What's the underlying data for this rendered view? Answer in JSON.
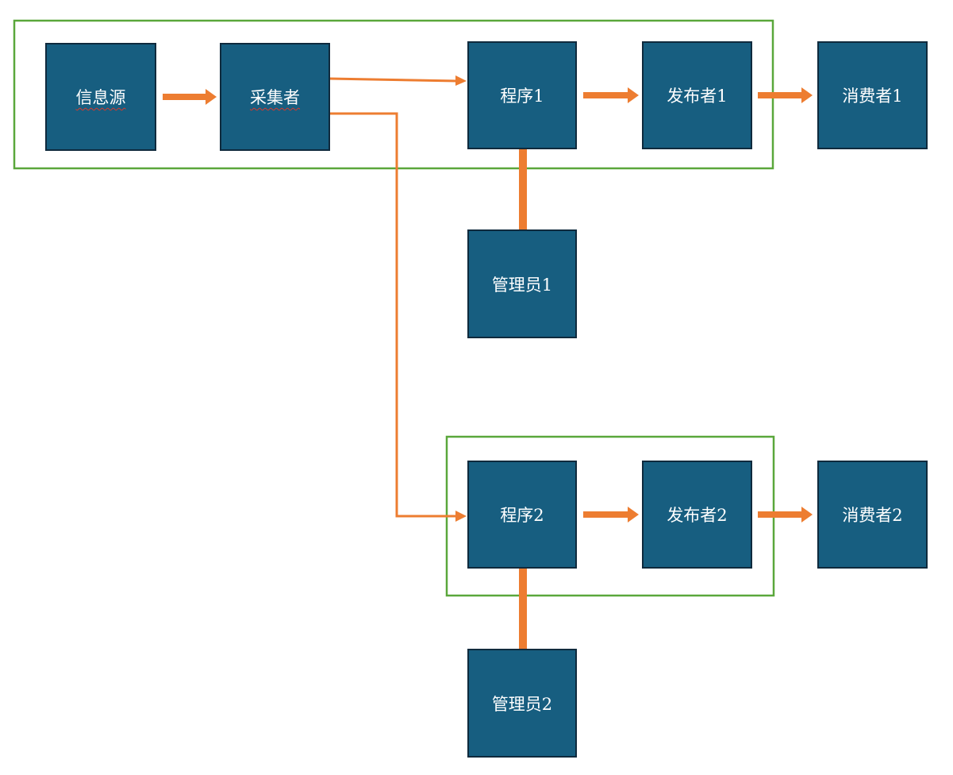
{
  "colors": {
    "node_fill": "#175e80",
    "node_border": "#0f2a3d",
    "node_text": "#ffffff",
    "arrow": "#ed7d31",
    "group_frame": "#5aa73b",
    "spellcheck_underline": "#d9392b"
  },
  "nodes": {
    "source": "信息源",
    "collector": "采集者",
    "program1": "程序1",
    "publisher1": "发布者1",
    "consumer1": "消费者1",
    "admin1": "管理员1",
    "program2": "程序2",
    "publisher2": "发布者2",
    "consumer2": "消费者2",
    "admin2": "管理员2"
  },
  "connections": [
    {
      "from": "source",
      "to": "collector",
      "kind": "arrow"
    },
    {
      "from": "collector",
      "to": "program1",
      "kind": "arrow"
    },
    {
      "from": "collector",
      "to": "program2",
      "kind": "elbow-arrow"
    },
    {
      "from": "program1",
      "to": "publisher1",
      "kind": "arrow"
    },
    {
      "from": "publisher1",
      "to": "consumer1",
      "kind": "arrow"
    },
    {
      "from": "program1",
      "to": "admin1",
      "kind": "line"
    },
    {
      "from": "program2",
      "to": "publisher2",
      "kind": "arrow"
    },
    {
      "from": "publisher2",
      "to": "consumer2",
      "kind": "arrow"
    },
    {
      "from": "program2",
      "to": "admin2",
      "kind": "line"
    }
  ],
  "groups": [
    {
      "members": [
        "source",
        "collector",
        "program1",
        "publisher1"
      ]
    },
    {
      "members": [
        "program2",
        "publisher2"
      ]
    }
  ]
}
